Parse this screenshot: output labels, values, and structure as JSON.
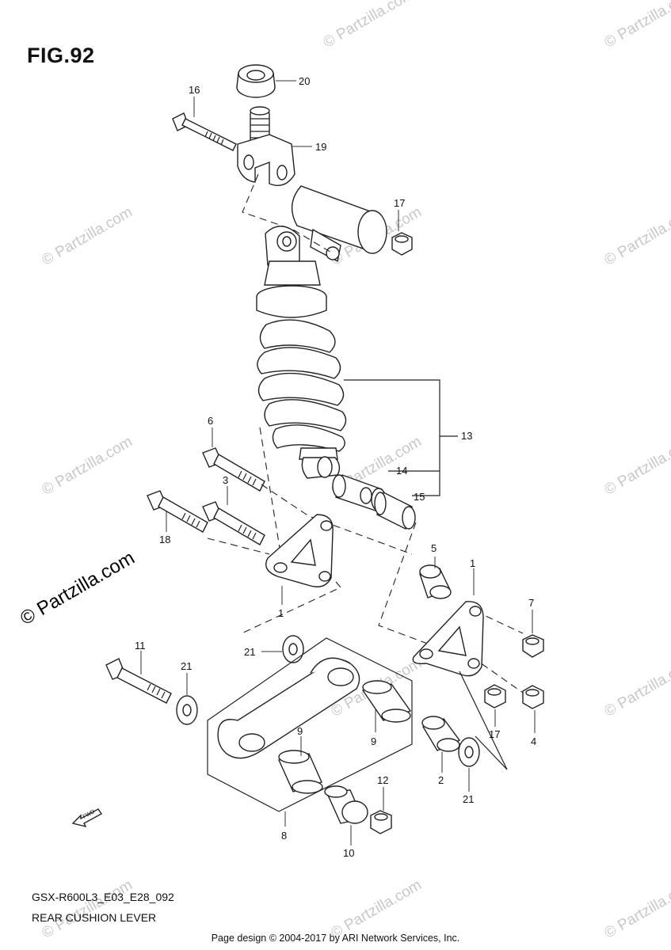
{
  "figure": {
    "title": "FIG.92",
    "code": "GSX-R600L3_E03_E28_092",
    "name": "REAR CUSHION LEVER",
    "credit": "Page design © 2004-2017 by ARI Network Services, Inc."
  },
  "watermark": {
    "text": "© Partzilla.com"
  },
  "callouts": {
    "c1a": "1",
    "c1b": "1",
    "c2": "2",
    "c3": "3",
    "c4": "4",
    "c5": "5",
    "c6": "6",
    "c7": "7",
    "c8": "8",
    "c9a": "9",
    "c9b": "9",
    "c10": "10",
    "c11": "11",
    "c12": "12",
    "c13": "13",
    "c14": "14",
    "c15": "15",
    "c16": "16",
    "c17a": "17",
    "c17b": "17",
    "c18": "18",
    "c19": "19",
    "c20": "20",
    "c21a": "21",
    "c21b": "21",
    "c21c": "21"
  },
  "front_icon": "FWD"
}
